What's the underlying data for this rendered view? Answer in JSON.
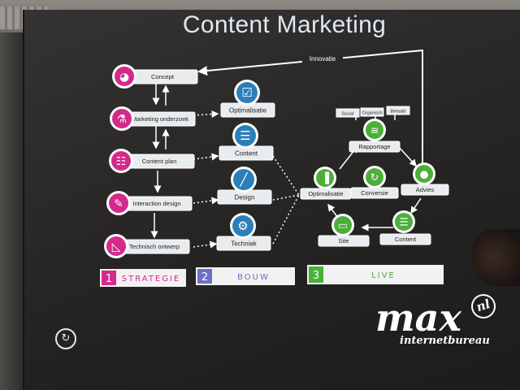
{
  "slide": {
    "title": "Content Marketing",
    "innovation_label": "Innovatie"
  },
  "strategy_column": {
    "nodes": [
      {
        "label": "Concept",
        "icon": "lightbulb-icon",
        "color": "#d42a8c"
      },
      {
        "label": "Marketing onderzoek",
        "icon": "flask-icon",
        "color": "#d42a8c"
      },
      {
        "label": "Content plan",
        "icon": "certificate-icon",
        "color": "#d42a8c"
      },
      {
        "label": "Interaction design",
        "icon": "pencil-icon",
        "color": "#d42a8c"
      },
      {
        "label": "Technisch ontwerp",
        "icon": "triangle-ruler-icon",
        "color": "#d42a8c"
      }
    ]
  },
  "build_column": {
    "nodes": [
      {
        "label": "Optimalisatie",
        "icon": "clipboard-icon",
        "color": "#2c7fb8"
      },
      {
        "label": "Content",
        "icon": "document-icon",
        "color": "#2c7fb8"
      },
      {
        "label": "Design",
        "icon": "brush-icon",
        "color": "#2c7fb8"
      },
      {
        "label": "Techniek",
        "icon": "gear-icon",
        "color": "#2c7fb8"
      }
    ]
  },
  "live_cycle": {
    "channels": [
      "Social",
      "Organisch",
      "Betaald"
    ],
    "nodes": [
      {
        "label": "Rapportage",
        "icon": "report-icon",
        "color": "#4caf3a"
      },
      {
        "label": "Advies",
        "icon": "speech-bubble-icon",
        "color": "#4caf3a"
      },
      {
        "label": "Optimalisatie",
        "icon": "bar-chart-icon",
        "color": "#4caf3a"
      },
      {
        "label": "Conversie",
        "icon": "refresh-icon",
        "color": "#4caf3a"
      },
      {
        "label": "Site",
        "icon": "monitor-icon",
        "color": "#4caf3a"
      },
      {
        "label": "Content",
        "icon": "document-icon",
        "color": "#4caf3a"
      }
    ]
  },
  "phases": [
    {
      "number": "1",
      "label": "STRATEGIE",
      "color": "#d42a8c"
    },
    {
      "number": "2",
      "label": "BOUW",
      "color": "#6b6fc8"
    },
    {
      "number": "3",
      "label": "LIVE",
      "color": "#4caf3a"
    }
  ],
  "logo": {
    "main": "max",
    "badge": "nl",
    "sub": "internetbureau"
  },
  "corner_icon": "repeat-icon"
}
